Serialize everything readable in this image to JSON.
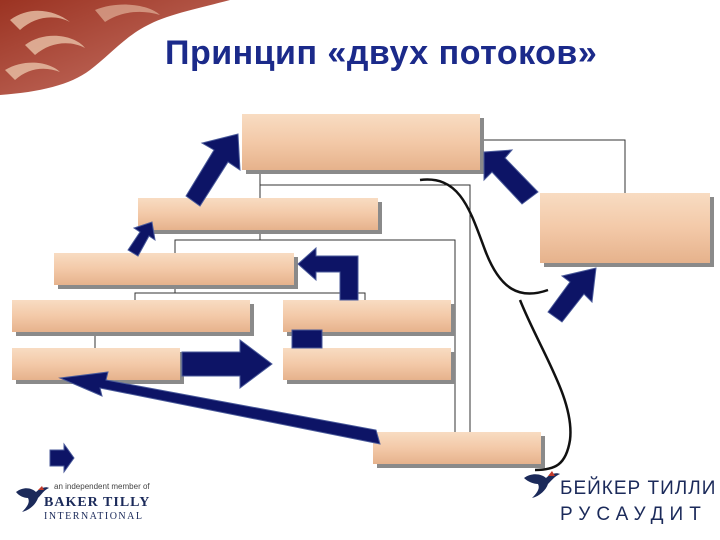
{
  "title": "Принцип «двух потоков»",
  "colors": {
    "title": "#1b2a8a",
    "arrow_fill": "#0d1466",
    "box_fill_light": "#f6d3b4",
    "box_fill_dark": "#e8b48e",
    "box_shadow": "#8a8a8a",
    "connector": "#333333",
    "corner_decor": "#8a2a1e"
  },
  "icons": {
    "corner": "swirl-decoration",
    "bird": "eagle-logo-icon"
  },
  "logo_left": {
    "tagline": "an independent member of",
    "name": "BAKER TILLY",
    "sub": "INTERNATIONAL"
  },
  "logo_right": {
    "line1": "БЕЙКЕР ТИЛЛИ",
    "line2": "РУСАУДИТ"
  },
  "diagram": {
    "boxes": [
      "top-center",
      "right",
      "level2",
      "level3",
      "left-upper",
      "center-upper",
      "left-lower",
      "center-lower",
      "bottom-right"
    ],
    "legend_arrow": "legend-arrow-icon"
  }
}
